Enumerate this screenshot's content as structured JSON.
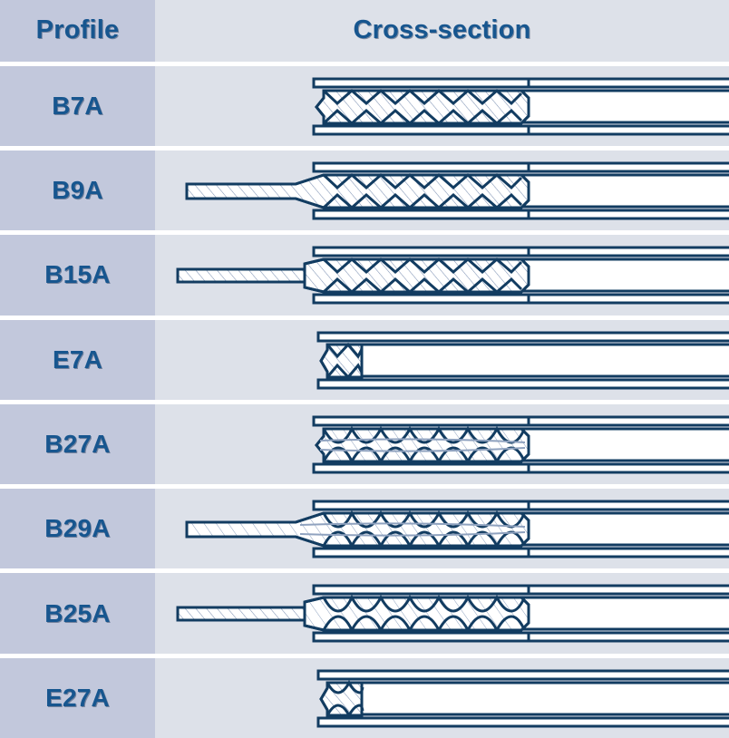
{
  "table": {
    "columns": [
      {
        "key": "profile",
        "label": "Profile"
      },
      {
        "key": "cross_section",
        "label": "Cross-section"
      }
    ],
    "rows": [
      {
        "profile": "B7A",
        "cross_section_kind": "headless-sharp-thread-no-mandrel"
      },
      {
        "profile": "B9A",
        "cross_section_kind": "sharp-thread-with-tapered-mandrel"
      },
      {
        "profile": "B15A",
        "cross_section_kind": "sharp-thread-with-straight-mandrel"
      },
      {
        "profile": "E7A",
        "cross_section_kind": "short-thread-hollow-body"
      },
      {
        "profile": "B27A",
        "cross_section_kind": "round-thread-no-mandrel"
      },
      {
        "profile": "B29A",
        "cross_section_kind": "round-thread-with-tapered-mandrel"
      },
      {
        "profile": "B25A",
        "cross_section_kind": "round-thread-with-straight-mandrel"
      },
      {
        "profile": "E27A",
        "cross_section_kind": "short-round-thread-hollow-body"
      }
    ]
  },
  "colors": {
    "profile_cell_bg": "#c2c8dc",
    "cross_cell_bg": "#dde1e9",
    "grid_gap": "#ffffff",
    "text_blue": "#17568f",
    "line_navy": "#123c61",
    "fill_white": "#ffffff",
    "hatch_blue": "#7f93b4"
  }
}
